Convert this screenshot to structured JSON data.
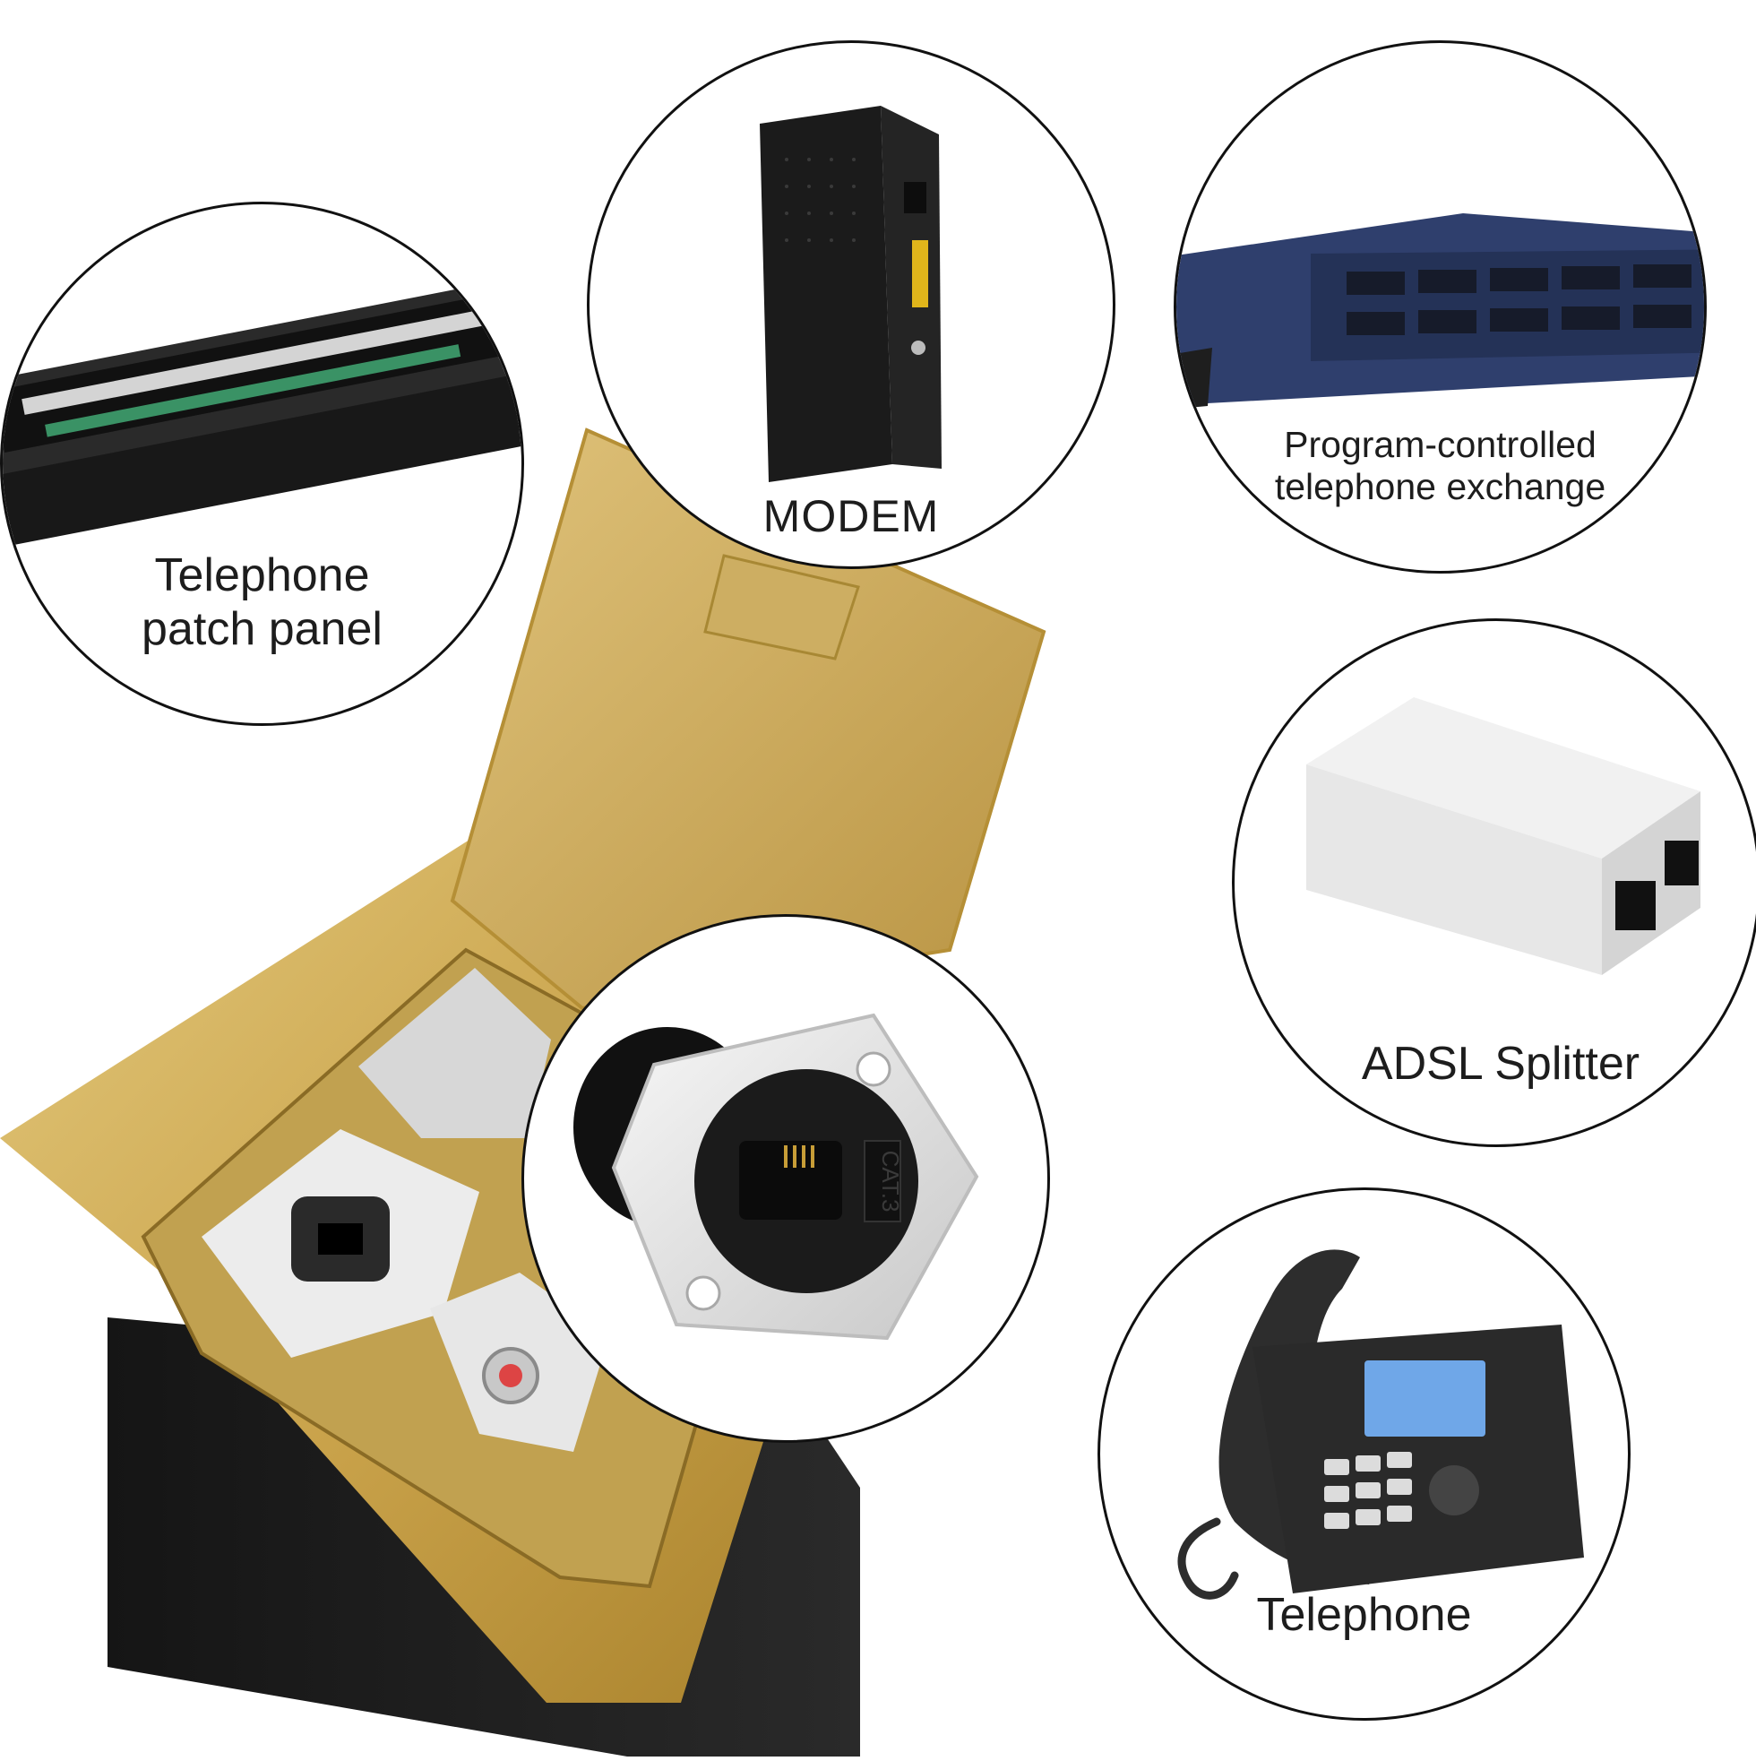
{
  "bubbles": {
    "patch_panel": {
      "line1": "Telephone",
      "line2": "patch panel"
    },
    "modem": {
      "label": "MODEM"
    },
    "exchange": {
      "line1": "Program-controlled",
      "line2": "telephone exchange"
    },
    "splitter": {
      "label": "ADSL Splitter"
    },
    "telephone": {
      "label": "Telephone"
    },
    "connector": {
      "cat_label": "CAT.3"
    }
  },
  "colors": {
    "brass": "#c9a24a",
    "brass_light": "#e2c77a",
    "box_black": "#111111",
    "bubble_border": "#111111",
    "splitter_white": "#e7e7e7",
    "modem_black": "#1b1b1b",
    "switch_blue": "#2f3f6d"
  }
}
